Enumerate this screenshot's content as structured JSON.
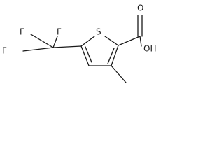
{
  "molecule": {
    "atoms": {
      "sulfur": "S",
      "hydroxyl": "OH",
      "carbonyl_oxygen": "O",
      "fluorine_upper_left": "F",
      "fluorine_upper_right": "F",
      "fluorine_lower": "F"
    }
  }
}
